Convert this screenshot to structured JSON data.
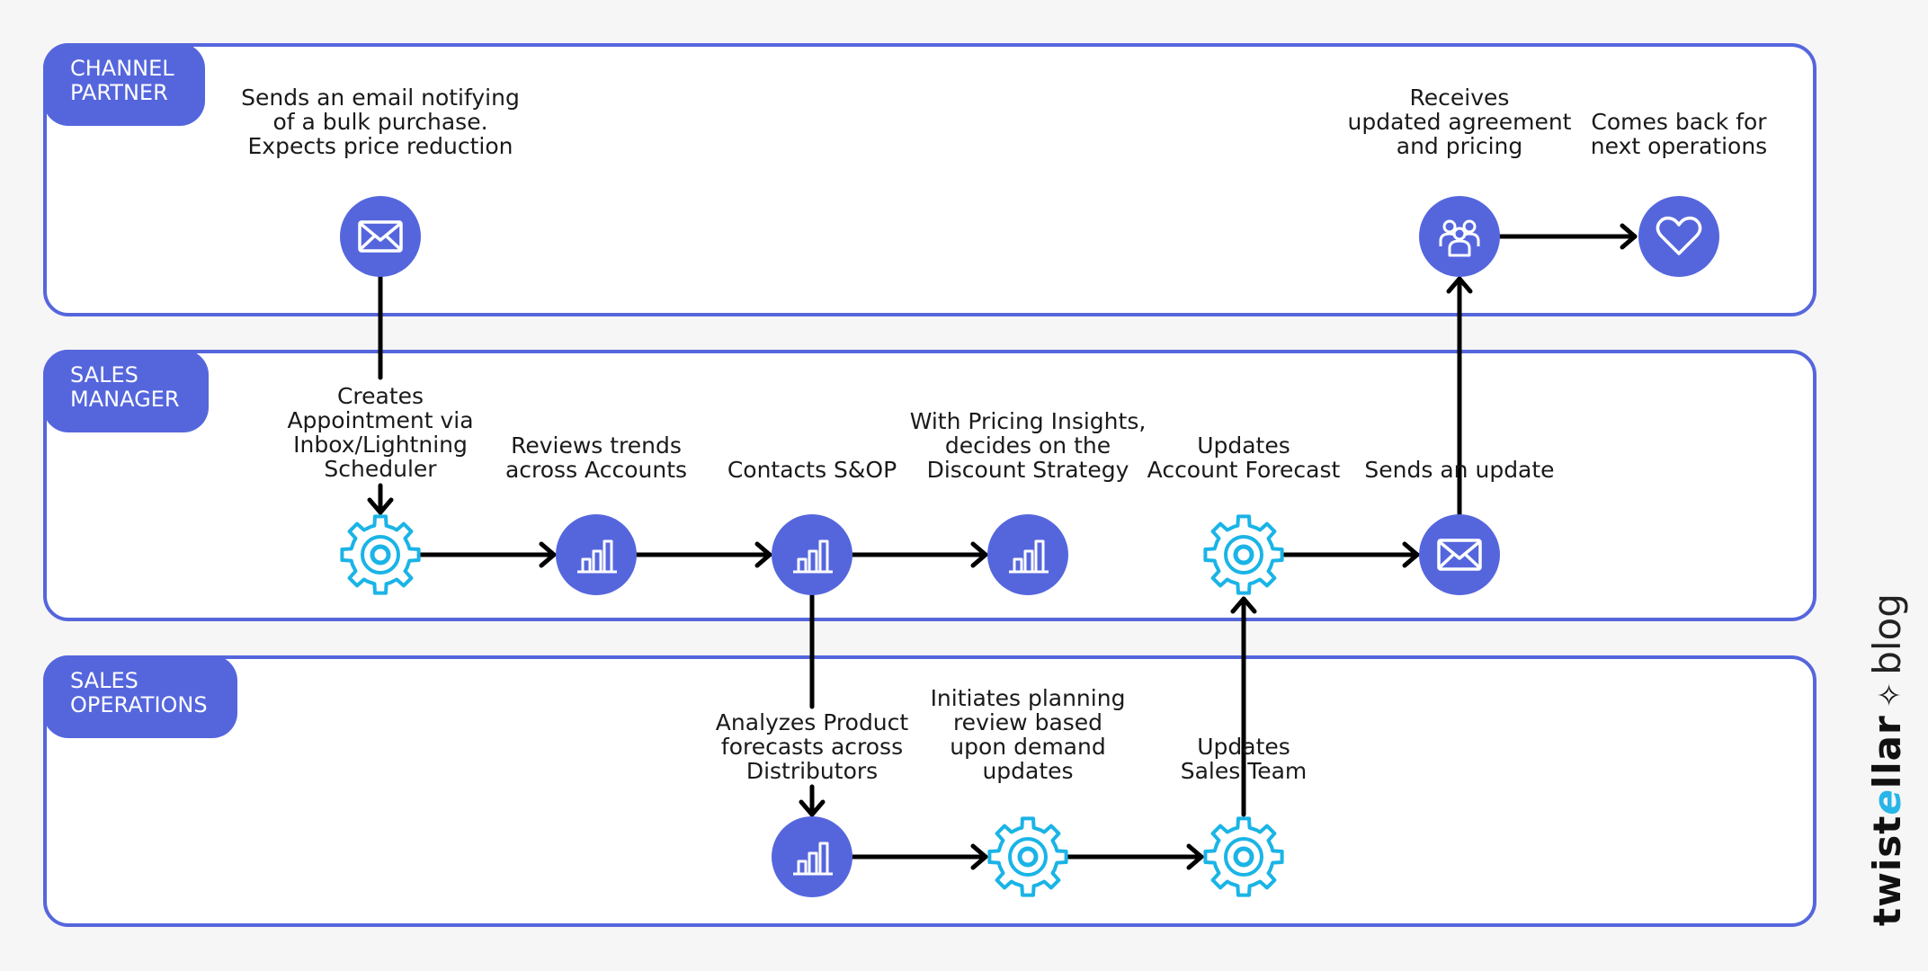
{
  "lanes": [
    {
      "id": "channel",
      "label_lines": [
        "CHANNEL",
        "PARTNER"
      ]
    },
    {
      "id": "manager",
      "label_lines": [
        "SALES",
        "MANAGER"
      ]
    },
    {
      "id": "operations",
      "label_lines": [
        "SALES",
        "OPERATIONS"
      ]
    }
  ],
  "steps": {
    "email_bulk": "Sends an email notifying\nof a bulk purchase.\nExpects price reduction",
    "creates_appt": "Creates\nAppointment via\nInbox/Lightning\nScheduler",
    "reviews_trends": "Reviews trends\nacross Accounts",
    "contacts_sop": "Contacts S&OP",
    "pricing_insights": "With Pricing Insights,\ndecides on the\nDiscount Strategy",
    "updates_forecast": "Updates\nAccount Forecast",
    "sends_update": "Sends an update",
    "receives_agreement": "Receives\nupdated agreement\nand pricing",
    "comes_back": "Comes back for\nnext operations",
    "analyzes_forecasts": "Analyzes Product\nforecasts across\nDistributors",
    "initiates_planning": "Initiates planning\nreview based\nupon demand\nupdates",
    "updates_sales_team": "Updates\nSales Team"
  },
  "icons": {
    "n1": "email-icon",
    "n2": "gear-icon",
    "n3": "bar-chart-icon",
    "n4": "bar-chart-icon",
    "n5": "bar-chart-icon",
    "n6": "gear-icon",
    "n7": "email-icon",
    "n8": "team-icon",
    "n9": "heart-icon",
    "n10": "bar-chart-icon",
    "n11": "gear-icon",
    "n12": "gear-icon"
  },
  "colors": {
    "lane_border": "#5566dd",
    "node_fill": "#5566dd",
    "gear": "#1ab4e6",
    "arrow": "#000000"
  },
  "brand": {
    "wordmark_prefix": "twist",
    "wordmark_accent": "e",
    "wordmark_suffix": "llar",
    "suffix": "blog"
  }
}
